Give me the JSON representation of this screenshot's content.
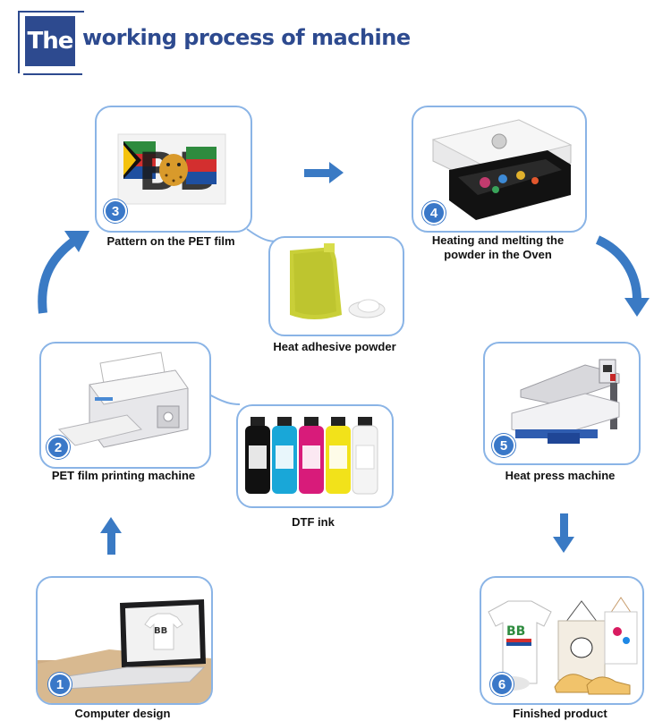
{
  "title": {
    "highlight": "The",
    "rest": "working process of machine"
  },
  "steps": [
    {
      "number": "1",
      "caption": "Computer design"
    },
    {
      "number": "2",
      "caption": "PET film printing machine"
    },
    {
      "number": "3",
      "caption": "Pattern on the PET film"
    },
    {
      "number": "4",
      "caption_line1": "Heating and melting the",
      "caption_line2": "powder in the Oven"
    },
    {
      "number": "5",
      "caption": "Heat press machine"
    },
    {
      "number": "6",
      "caption": "Finished product"
    }
  ],
  "supplies": [
    {
      "caption": "Heat adhesive powder"
    },
    {
      "caption": "DTF ink"
    }
  ],
  "colors": {
    "accent": "#2d4a8f",
    "arrow": "#3a7ac4",
    "card_border": "#8ab4e6"
  }
}
